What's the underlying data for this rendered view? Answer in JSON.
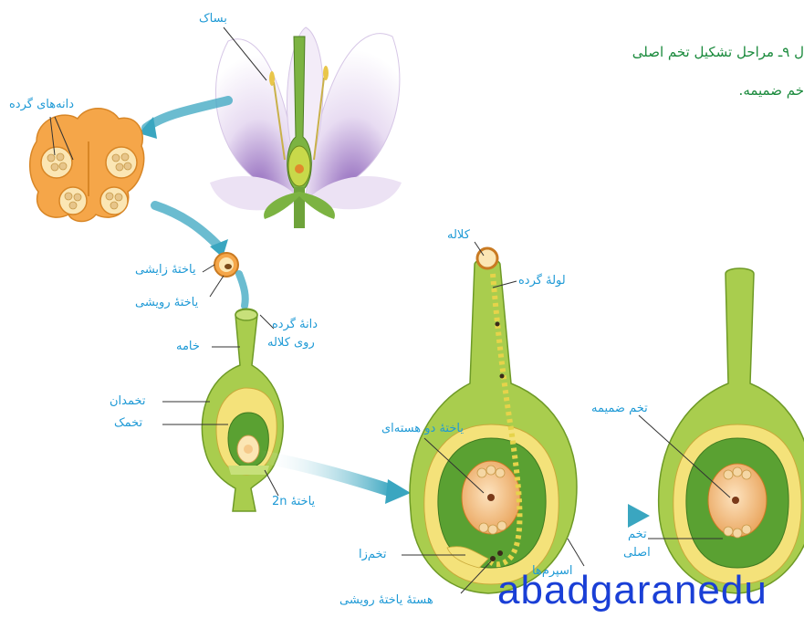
{
  "caption": {
    "line1": "ل ۹ـ مراحل تشکیل تخم اصلی",
    "line2": "خم ضمیمه."
  },
  "labels": {
    "anther": "بساک",
    "pollen_grains": "دانه‌های گرده",
    "generative_cell": "یاختهٔ زایشی",
    "vegetative_cell": "یاختهٔ رویشی",
    "pollen_on_stigma_1": "دانهٔ گرده",
    "pollen_on_stigma_2": "روی کلاله",
    "style": "خامه",
    "ovary": "تخمدان",
    "ovule": "تخمک",
    "cell_2n": "یاختهٔ 2n",
    "stigma": "کلاله",
    "pollen_tube": "لولهٔ گرده",
    "binucleate_cell": "یاختهٔ دو هسته‌ای",
    "egg_cell": "تخم‌زا",
    "sperms": "اسپرم‌ها",
    "vegetative_nucleus": "هستهٔ یاختهٔ رویشی",
    "endosperm_zygote": "تخم ضمیمه",
    "zygote_1": "تخم",
    "zygote_2": "اصلی"
  },
  "watermark": "abadgaranedu",
  "colors": {
    "label_blue": "#1f9ad6",
    "caption_green": "#1a8a3c",
    "tissue_green": "#8cc63f",
    "tissue_light": "#c7e07a",
    "inner_yellow": "#f4e27a",
    "cell_orange": "#f2b46a",
    "arrow_teal": "#3aa6c0",
    "pollen_orange": "#f5a649",
    "watermark_blue": "#1a3fd6"
  }
}
